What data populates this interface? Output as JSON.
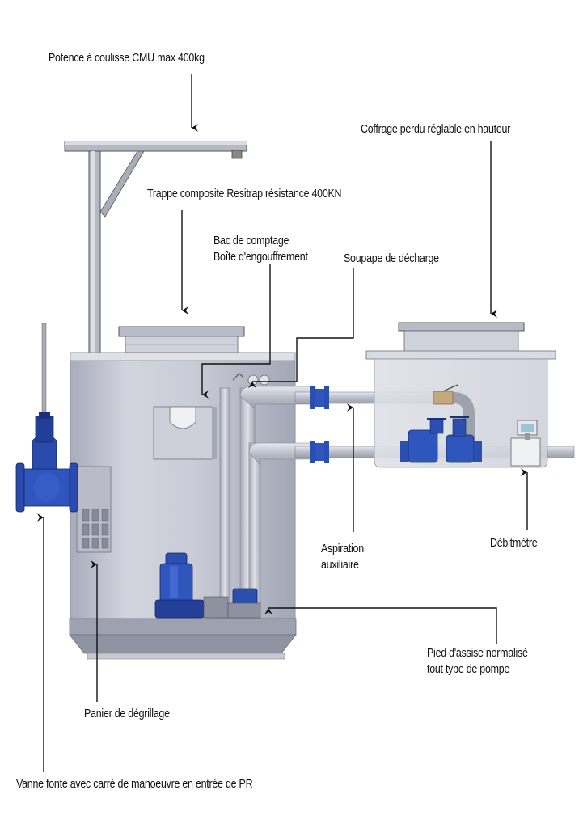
{
  "labels": {
    "potence": "Potence à coulisse CMU max 400kg",
    "coffrage": "Coffrage perdu réglable en hauteur",
    "trappe": "Trappe composite Resitrap résistance 400KN",
    "bac_line1": "Bac de comptage",
    "bac_line2": "Boîte d'engouffrement",
    "soupape": "Soupape de décharge",
    "aspiration_line1": "Aspiration",
    "aspiration_line2": "auxiliaire",
    "debitmetre": "Débitmètre",
    "pied_line1": "Pied d'assise normalisé",
    "pied_line2": "tout type de pompe",
    "panier": "Panier de dégrillage",
    "vanne": "Vanne fonte avec carré de manoeuvre en entrée de PR"
  },
  "colors": {
    "tank": "#c9ccd6",
    "tank_shade": "#9fa3b2",
    "metal": "#b8bcc6",
    "pipe": "#bfc3cc",
    "blue": "#2b4fb0",
    "dark_blue": "#1b2f7a",
    "arrow": "#111111"
  }
}
